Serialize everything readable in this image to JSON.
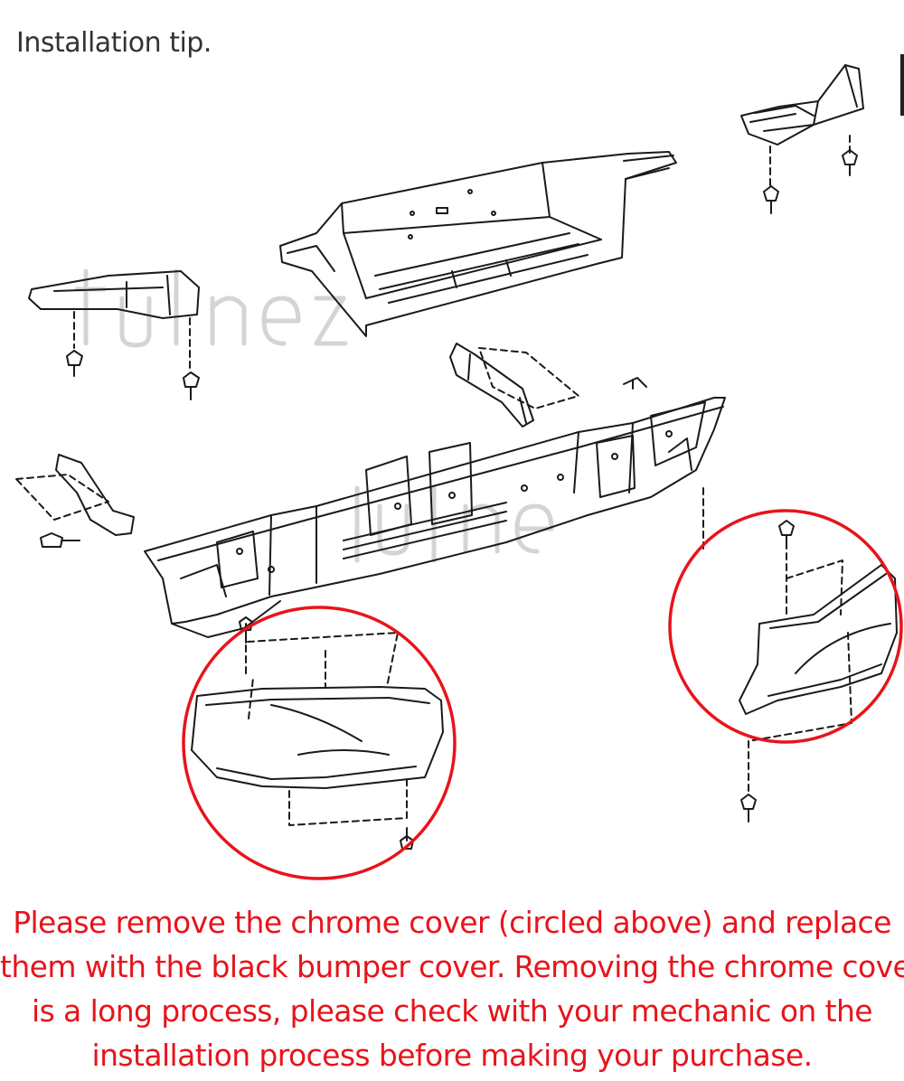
{
  "title": "Installation tip.",
  "note_lines": [
    "Please remove the chrome cover (circled above) and replace",
    "them with the black bumper cover.  Removing the chrome cover",
    "is a long process, please check with your mechanic on the",
    "installation process before making your purchase."
  ],
  "colors": {
    "highlight": "#e8141b",
    "line": "#1a1a1a",
    "watermark": "#cfcfcf"
  }
}
